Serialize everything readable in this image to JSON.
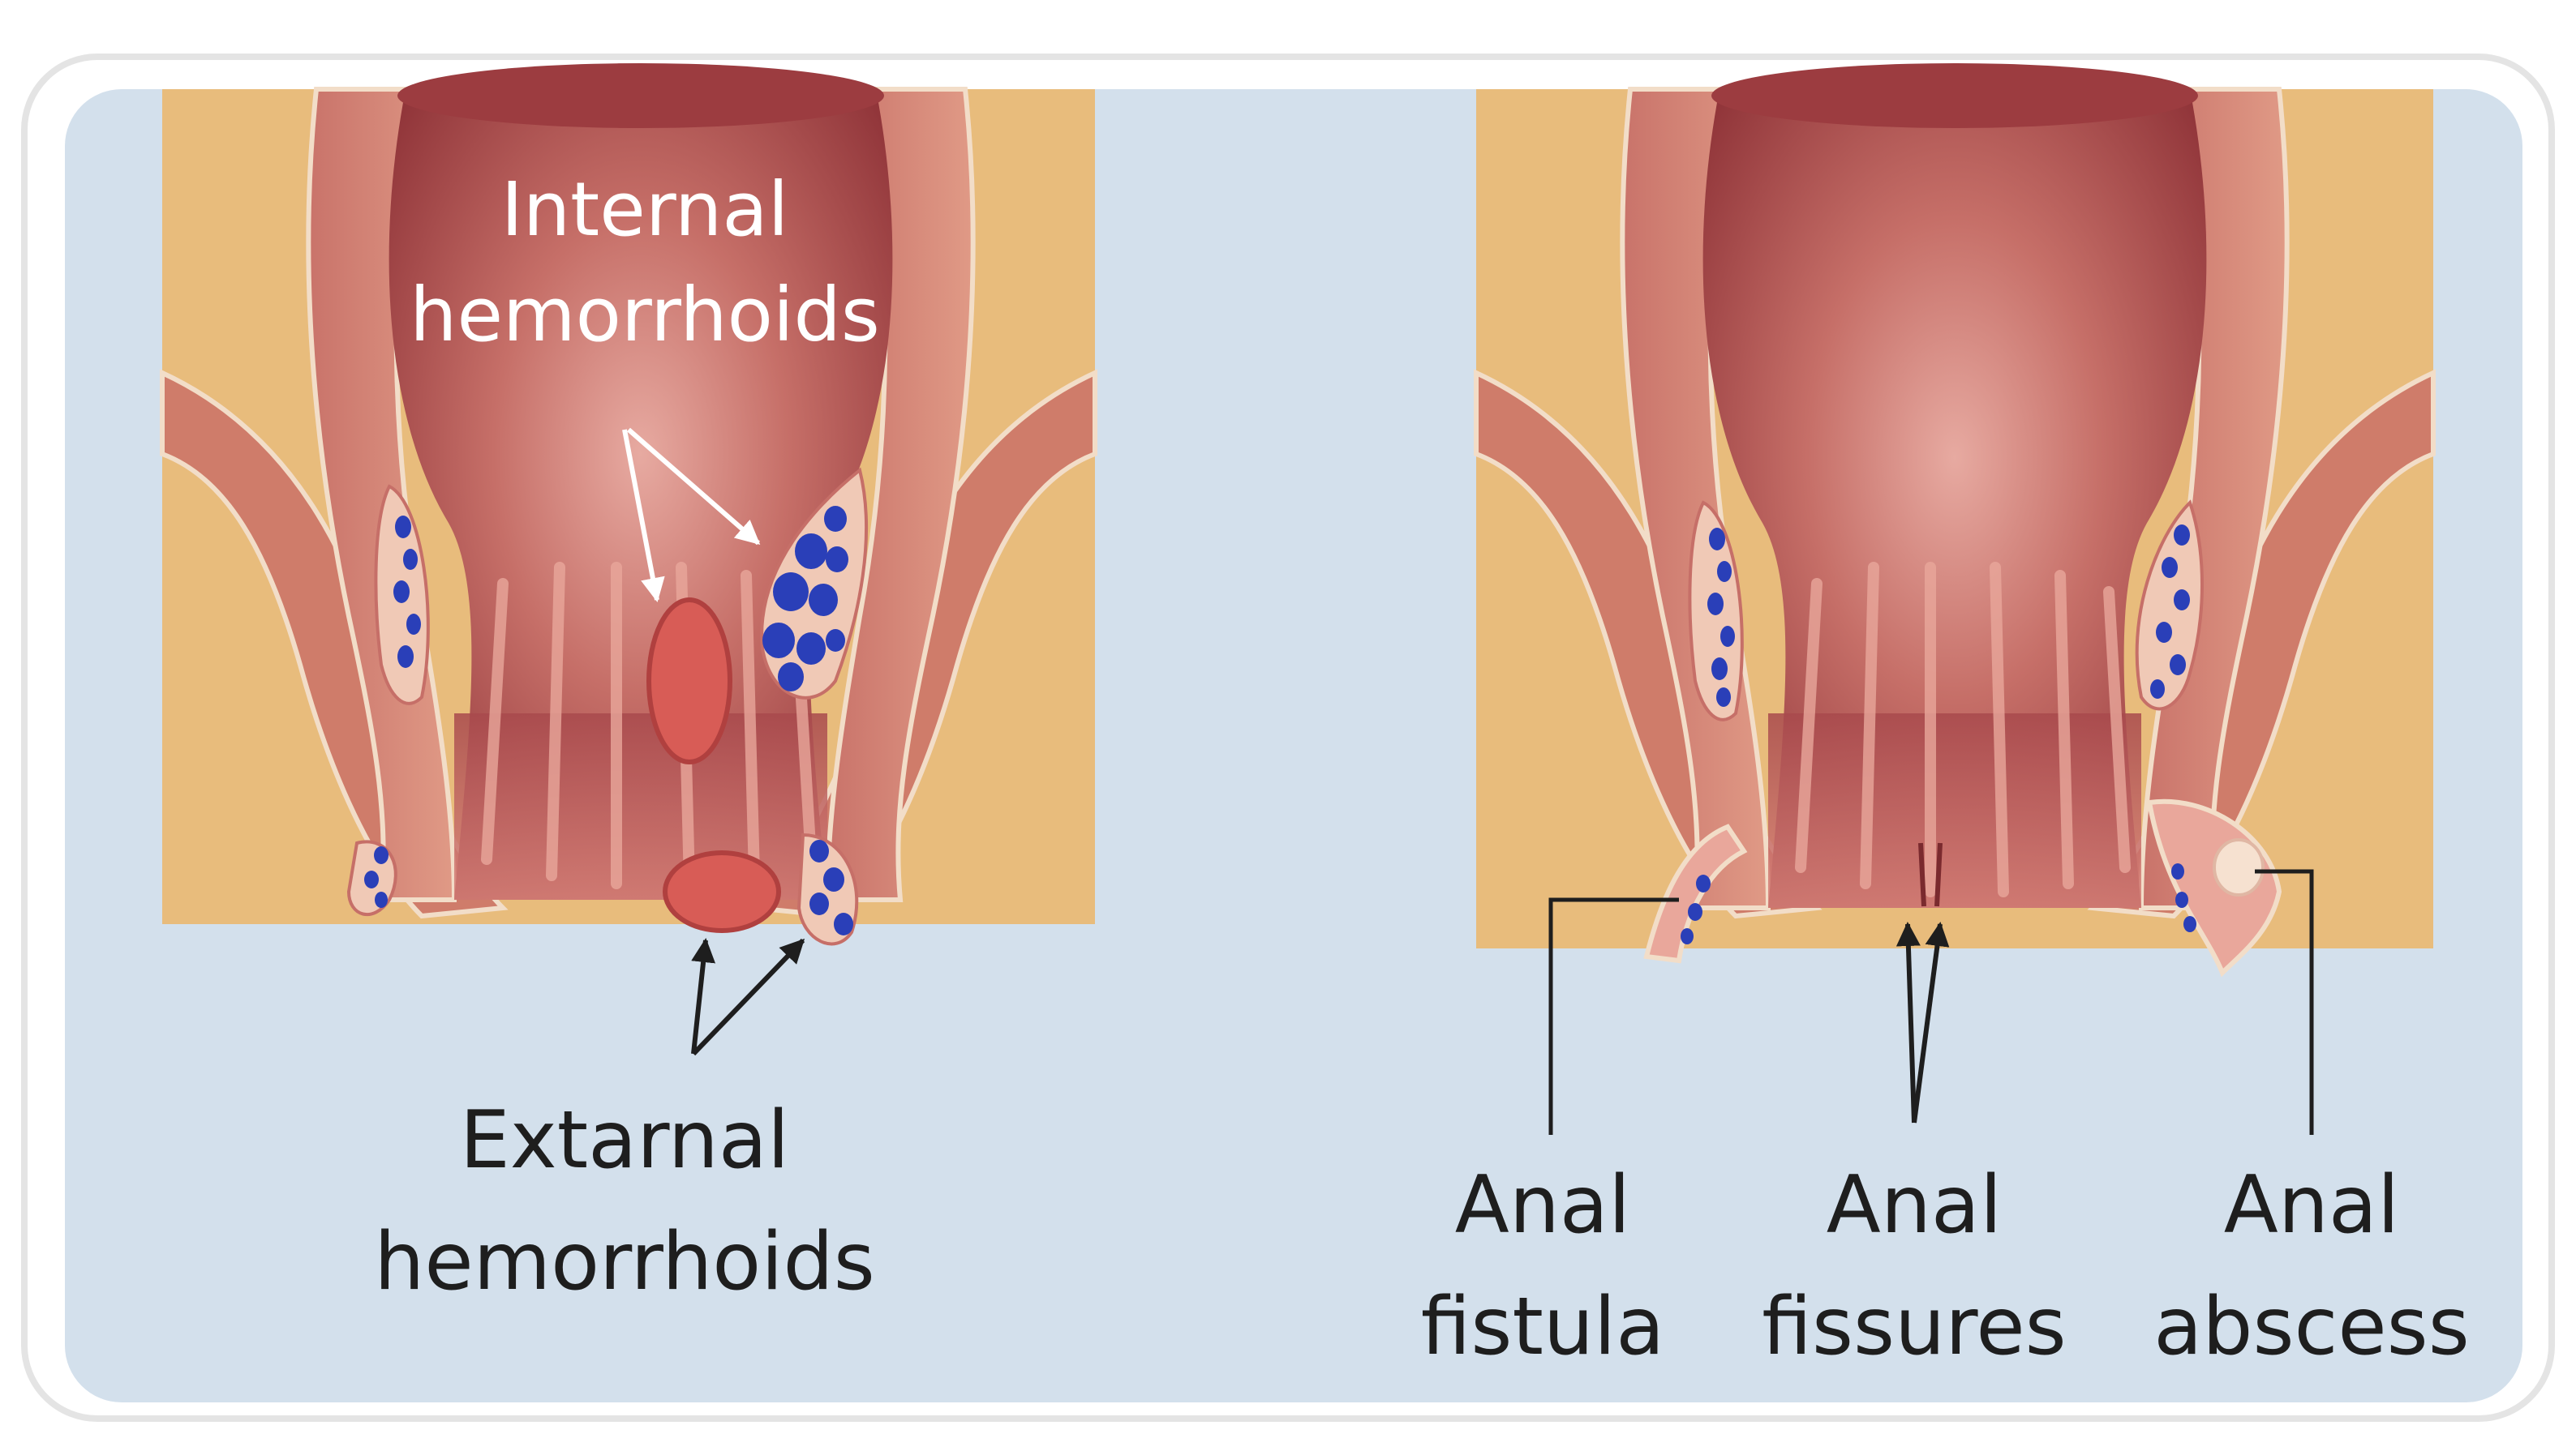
{
  "figure": {
    "left_panel": {
      "internal_label": {
        "line1": "Internal",
        "line2": "hemorrhoids"
      },
      "external_label": {
        "line1": "Extarnal",
        "line2": "hemorrhoids"
      }
    },
    "right_panel": {
      "fistula_label": {
        "line1": "Anal",
        "line2": "fistula"
      },
      "fissures_label": {
        "line1": "Anal",
        "line2": "fissures"
      },
      "abscess_label": {
        "line1": "Anal",
        "line2": "abscess"
      }
    }
  },
  "colors": {
    "background": "#d3e0ec",
    "skin": "#e8bc7c",
    "tissue": "#cf7c6a",
    "tissue_dark": "#b45a4c",
    "lumen": "#a4474a",
    "lumen_light": "#dc9a92",
    "vein": "#2a3fb8",
    "outline": "#f2ddc8"
  }
}
